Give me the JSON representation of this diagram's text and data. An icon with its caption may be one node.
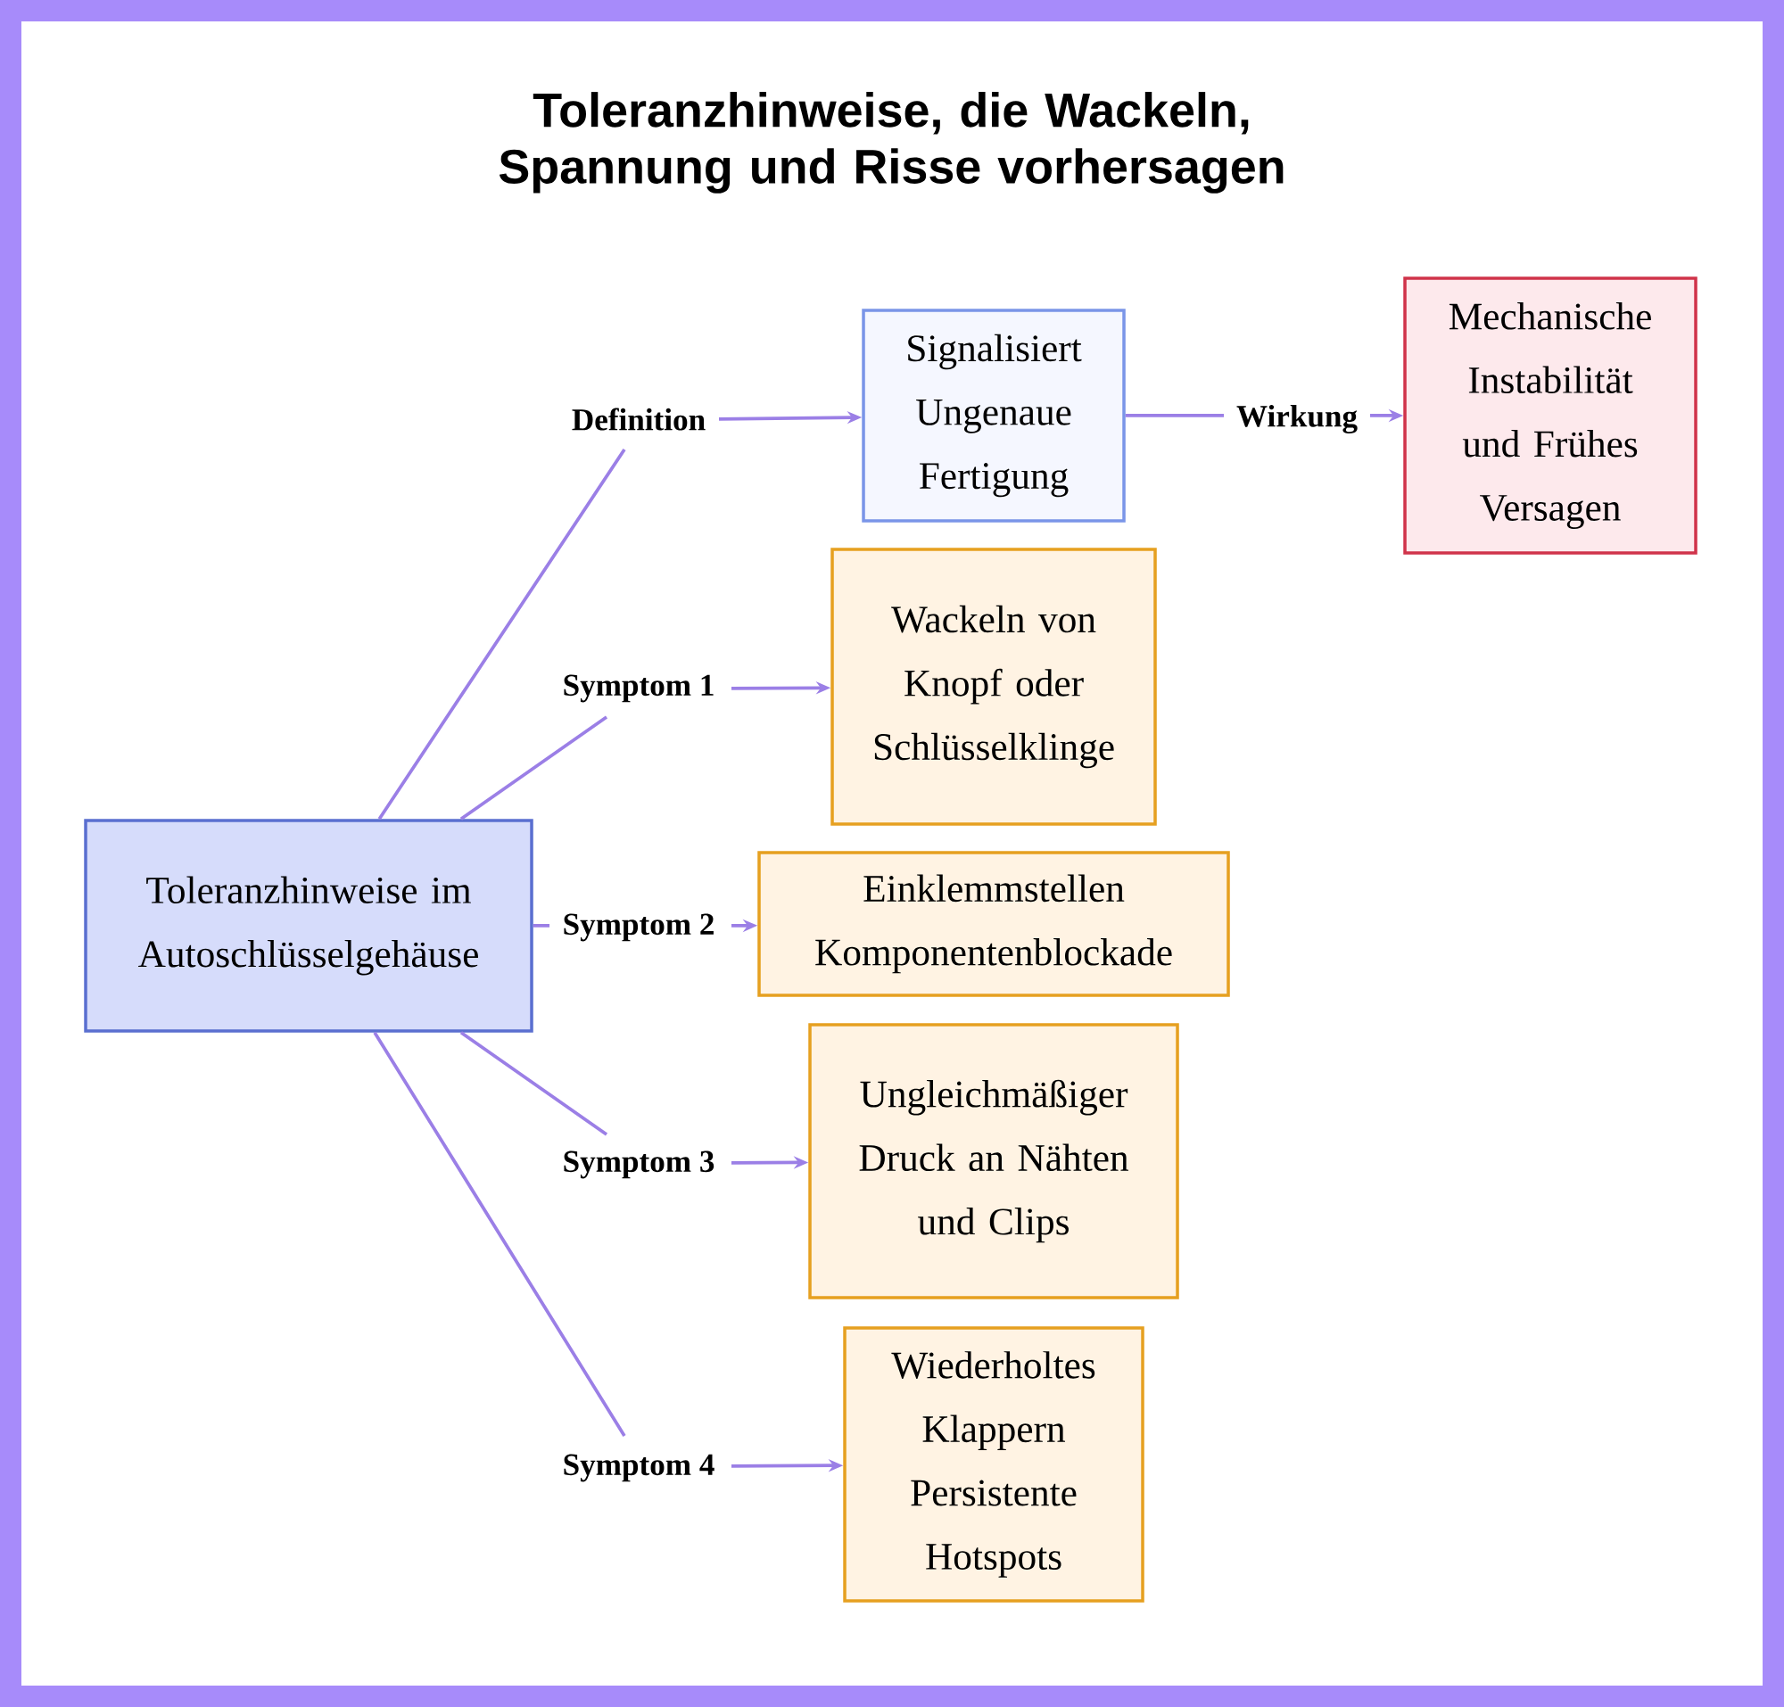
{
  "diagram": {
    "title": "Toleranzhinweise, die Wackeln, Spannung und Risse vorhersagen",
    "nodes": [
      {
        "text": [
          "Toleranzhinweise im Autoschlüsselgehäuse"
        ]
      },
      {
        "text": [
          "Signalisiert Ungenaue Fertigung"
        ]
      },
      {
        "text": [
          "Mechanische Instabilität und Frühes Versagen"
        ]
      },
      {
        "text": [
          "Wackeln von Knopf oder Schlüsselklinge"
        ]
      },
      {
        "text": [
          "Einklemmstellen Komponentenblockade"
        ]
      },
      {
        "text": [
          "Ungleichmäßiger Druck an Nähten und Clips"
        ]
      },
      {
        "text": [
          "Wiederholtes Klappern Persistente Hotspots"
        ]
      }
    ],
    "edges": [
      {
        "from": 0,
        "to": 1,
        "arrow": "to",
        "label": "Definition"
      },
      {
        "from": 0,
        "to": 3,
        "arrow": "to",
        "label": "Symptom 1"
      },
      {
        "from": 0,
        "to": 4,
        "arrow": "to",
        "label": "Symptom 2"
      },
      {
        "from": 0,
        "to": 5,
        "arrow": "to",
        "label": "Symptom 3"
      },
      {
        "from": 0,
        "to": 6,
        "arrow": "to",
        "label": "Symptom 4"
      },
      {
        "from": 1,
        "to": 2,
        "arrow": "to",
        "label": "Wirkung"
      }
    ]
  }
}
